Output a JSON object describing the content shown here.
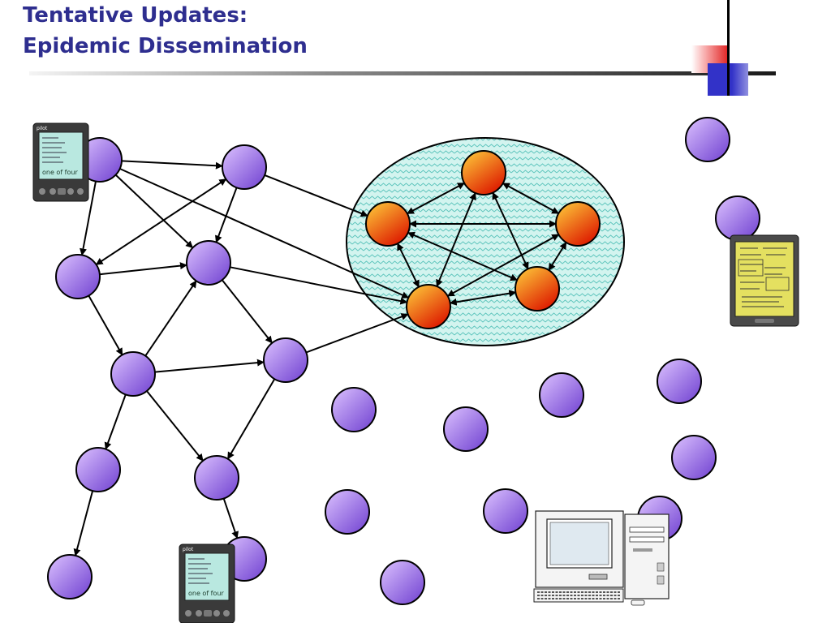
{
  "slide": {
    "title_line1": "Tentative Updates:",
    "title_line2": "Epidemic Dissemination"
  },
  "colors": {
    "title": "#2e2e8f",
    "node_fill_light": "#d8b8ff",
    "node_fill_dark": "#7a4ad8",
    "server_fill_light": "#ffd040",
    "server_fill_dark": "#e02000",
    "ellipse_fill": "#cdf3ee",
    "ellipse_pattern": "#5fc8c0"
  },
  "devices": {
    "pda_brand": "pilot",
    "pda_screen_text": "one of four"
  },
  "icons": [
    "pda-icon",
    "tablet-icon",
    "desktop-computer-icon"
  ]
}
